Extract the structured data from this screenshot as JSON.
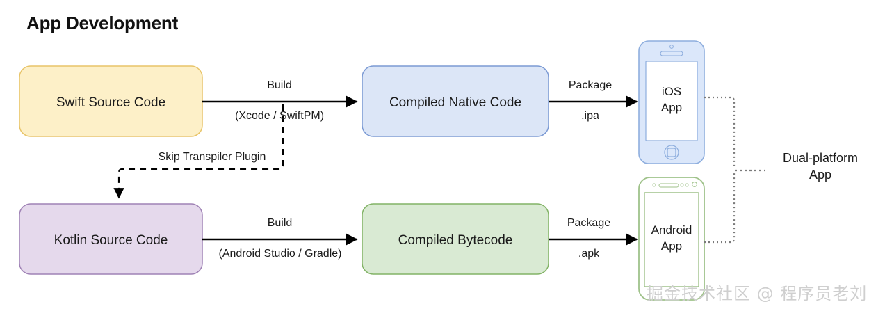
{
  "title": "App Development",
  "nodes": {
    "swift": {
      "label": "Swift Source Code",
      "fill": "#fdf0c8",
      "stroke": "#e8c469"
    },
    "native": {
      "label": "Compiled Native Code",
      "fill": "#dce6f7",
      "stroke": "#7b9ad4"
    },
    "kotlin": {
      "label": "Kotlin Source Code",
      "fill": "#e5d9ec",
      "stroke": "#9f82b5"
    },
    "bytecode": {
      "label": "Compiled Bytecode",
      "fill": "#d9ead3",
      "stroke": "#82b366"
    }
  },
  "phones": {
    "ios": {
      "label_line1": "iOS",
      "label_line2": "App",
      "fill": "#dbe7fa",
      "stroke": "#8eaede"
    },
    "android": {
      "label_line1": "Android",
      "label_line2": "App",
      "fill": "#ffffff",
      "stroke": "#9fc28a"
    }
  },
  "edges": {
    "swift_build_top": "Build",
    "swift_build_bottom": "(Xcode / SwiftPM)",
    "swift_package_top": "Package",
    "swift_package_bottom": ".ipa",
    "kotlin_build_top": "Build",
    "kotlin_build_bottom": "(Android Studio / Gradle)",
    "kotlin_package_top": "Package",
    "kotlin_package_bottom": ".apk",
    "skip_transpiler": "Skip Transpiler Plugin"
  },
  "outcome": {
    "line1": "Dual-platform",
    "line2": "App"
  },
  "watermark": "掘金技术社区 @ 程序员老刘",
  "colors": {
    "background": "#ffffff",
    "text": "#1a1a1a",
    "arrow": "#000000",
    "dashed": "#000000",
    "dotted": "#7a7a7a"
  }
}
